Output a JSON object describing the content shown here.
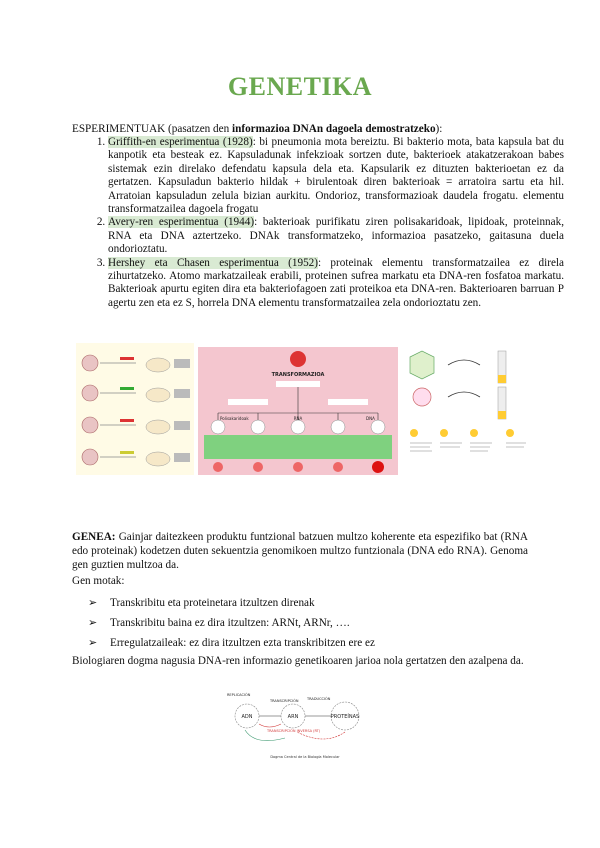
{
  "title": "GENETIKA",
  "intro": {
    "prefix": "ESPERIMENTUAK (pasatzen den ",
    "bold": "informazioa DNAn dagoela demostratzeko",
    "suffix": "):"
  },
  "experiments": [
    {
      "label": "Griffith-en esperimentua (1928)",
      "text": ": bi pneumonia mota bereiztu. Bi bakterio mota, bata kapsula bat du kanpotik eta besteak ez. Kapsuladunak infekzioak sortzen dute, bakterioek atakatzerakoan babes sistemak ezin direlako defendatu kapsula dela eta. Kapsularik ez dituzten bakterioetan ez da gertatzen. Kapsuladun bakterio hildak + birulentoak diren bakterioak = arratoira sartu eta hil. Arratoian kapsuladun zelula bizian aurkitu. Ondorioz, transformazioak daudela frogatu. elementu transformatzailea dagoela frogatu"
    },
    {
      "label": "Avery-ren esperimentua (1944)",
      "text": ": bakterioak purifikatu ziren polisakaridoak, lipidoak, proteinnak, RNA eta DNA aztertzeko. DNAk transformatzeko, informazioa pasatzeko, gaitasuna duela ondorioztatu."
    },
    {
      "label": "Hershey eta Chasen esperimentua (1952)",
      "text": ": proteinak elementu transformatzailea ez direla zihurtatzeko. Atomo markatzaileak erabili, proteinen sufrea markatu eta DNA-ren fosfatoa markatu. Bakterioak apurtu egiten dira eta bakteriofagoen zati proteikoa eta DNA-ren. Bakterioaren barruan P agertu zen eta ez S, horrela DNA elementu transformatzailea zela ondorioztatu zen."
    }
  ],
  "figure_labels": {
    "avery_top": "TRANSFORMAZIOA",
    "avery_left": "Polisakaridoak",
    "avery_mid": "RNA",
    "avery_dna": "DNA"
  },
  "genea": {
    "bold": "GENEA:",
    "text": " Gainjar daitezkeen produktu funtzional batzuen multzo koherente eta espezifiko bat (RNA edo proteinak) kodetzen duten sekuentzia genomikoen multzo funtzionala (DNA edo RNA). Genoma gen guztien multzoa da."
  },
  "gen_motak": "Gen motak:",
  "gene_types": [
    "Transkribitu eta proteinetara itzultzen direnak",
    "Transkribitu baina ez dira itzultzen: ARNt, ARNr, ….",
    "Erregulatzaileak: ez dira itzultzen ezta transkribitzen ere ez"
  ],
  "dogma": "Biologiaren dogma nagusia DNA-ren informazio genetikoaren jarioa nola gertatzen den azalpena da.",
  "diagram": {
    "dna": "ADN",
    "arn": "ARN",
    "proteins": "PROTEÍNAS",
    "replication": "REPLICACIÓN",
    "transcription": "TRANSCRIPCIÓN",
    "translation": "TRADUCCIÓN",
    "reverse": "TRANSCRIPCIÓN INVERSA (RT)",
    "caption": "Dogma Central de la Biología Molecular"
  },
  "colors": {
    "title": "#6aa84f",
    "highlight": "#d9ead3",
    "avery_bg": "#f4c6cf",
    "diagram_red": "#d23a3a",
    "diagram_green": "#3d9970"
  }
}
